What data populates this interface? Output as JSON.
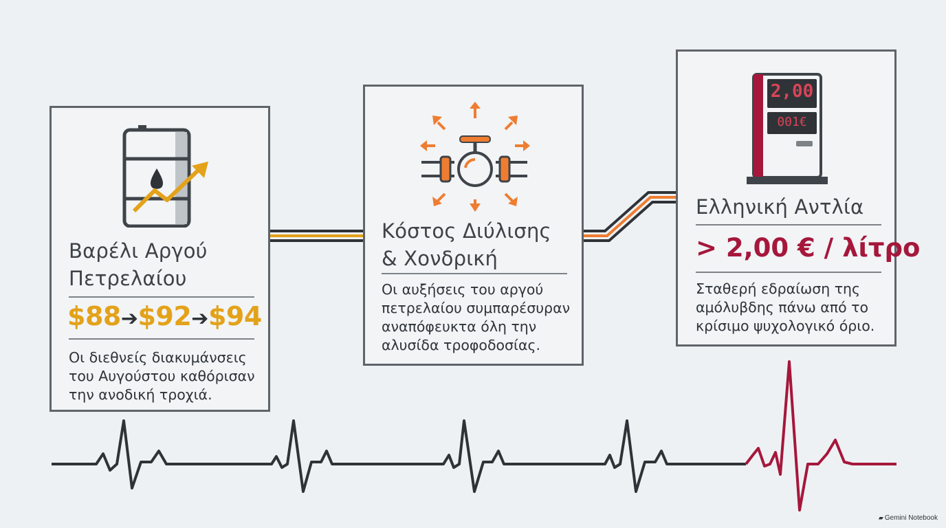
{
  "colors": {
    "background": "#eef1f4",
    "border": "#5f6469",
    "gold": "#e3a21a",
    "orange": "#ef7d31",
    "crimson": "#a5173b",
    "dark": "#2f3337"
  },
  "steps": [
    {
      "icon": "oil-barrel-rising-arrow-icon",
      "title_line1": "Βαρέλι Αργού",
      "title_line2": "Πετρελαίου",
      "prices": [
        "$88",
        "$92",
        "$94"
      ],
      "price_arrow": "➔",
      "description": [
        "Οι διεθνείς διακυμάνσεις",
        "του Αυγούστου καθόρισαν",
        "την ανοδική τροχιά."
      ]
    },
    {
      "icon": "pipe-valve-pressure-icon",
      "title_line1": "Κόστος Διύλισης",
      "title_line2": "& Χονδρική",
      "description": [
        "Οι αυξήσεις του αργού",
        "πετρελαίου συμπαρέσυραν",
        "αναπόφευκτα όλη την",
        "αλυσίδα τροφοδοσίας."
      ]
    },
    {
      "icon": "fuel-pump-display-icon",
      "pump_price": "2,00",
      "pump_volume": "001€",
      "title_line1": "Ελληνική Αντλία",
      "limit": "> 2,00 € / λίτρο",
      "description": [
        "Σταθερή εδραίωση της",
        "αμόλυβδης πάνω από το",
        "κρίσιμο ψυχολογικό όριο."
      ]
    }
  ],
  "footer": {
    "brand": "Gemini Notebook",
    "logo_icon": "notebook-logo-icon"
  }
}
